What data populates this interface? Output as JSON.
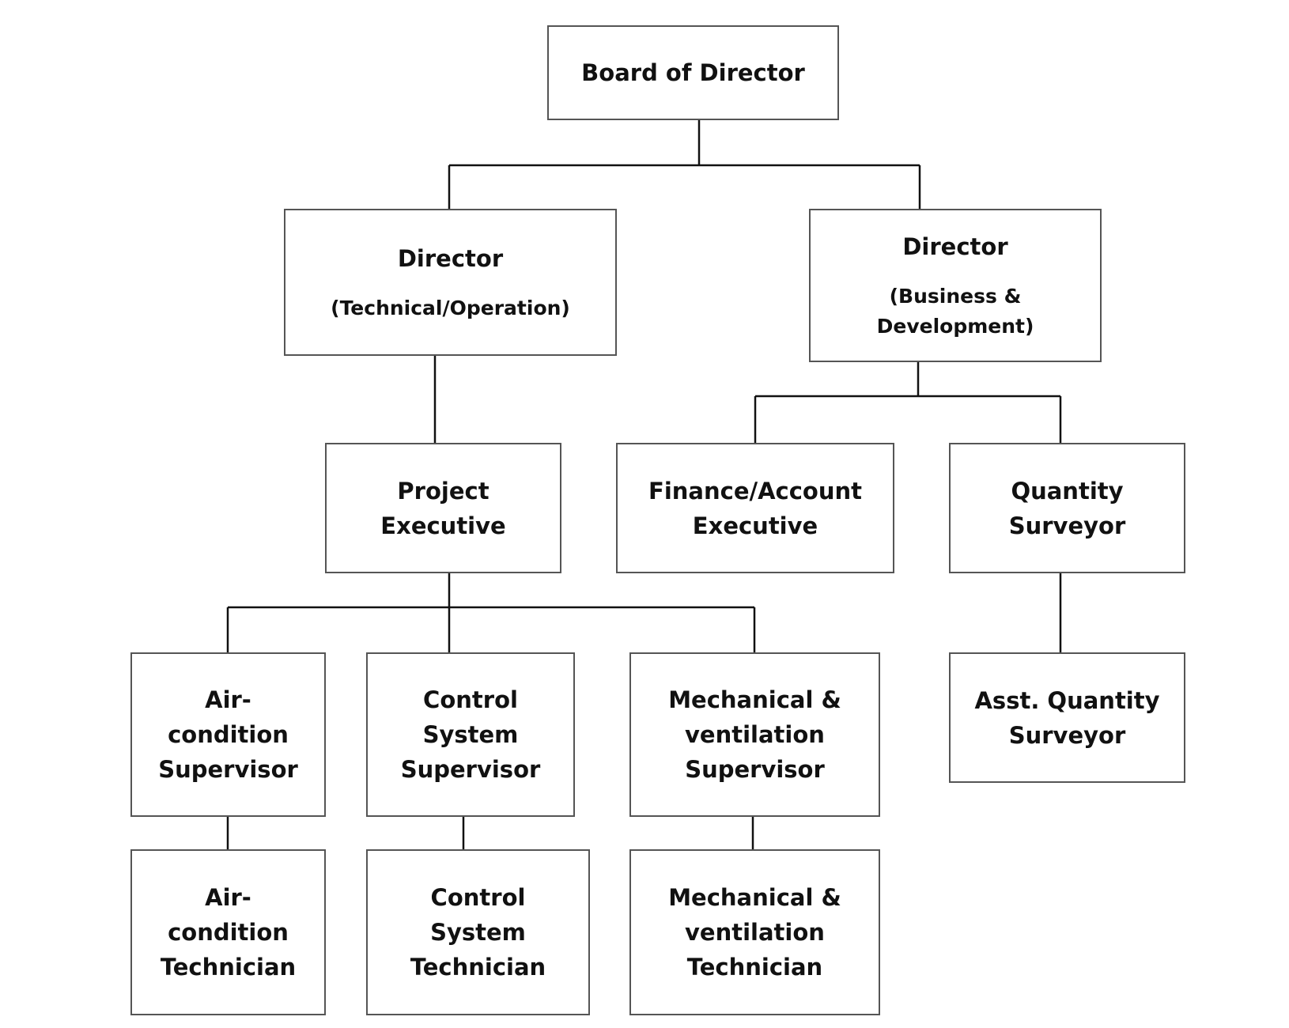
{
  "diagram": {
    "type": "org-chart",
    "nodes": {
      "board": {
        "label": "Board of Director"
      },
      "director_tech": {
        "label": "Director",
        "sub": "(Technical/Operation)"
      },
      "director_bus": {
        "label": "Director",
        "sub": "(Business &\nDevelopment)"
      },
      "project_exec": {
        "label": "Project\nExecutive"
      },
      "finance_exec": {
        "label": "Finance/Account\nExecutive"
      },
      "qs": {
        "label": "Quantity\nSurveyor"
      },
      "ac_sup": {
        "label": "Air-\ncondition\nSupervisor"
      },
      "cs_sup": {
        "label": "Control\nSystem\nSupervisor"
      },
      "mv_sup": {
        "label": "Mechanical &\nventilation\nSupervisor"
      },
      "aqs": {
        "label": "Asst. Quantity\nSurveyor"
      },
      "ac_tech": {
        "label": "Air-\ncondition\nTechnician"
      },
      "cs_tech": {
        "label": "Control\nSystem\nTechnician"
      },
      "mv_tech": {
        "label": "Mechanical &\nventilation\nTechnician"
      }
    },
    "edges": [
      {
        "from": "board",
        "to": "director_tech"
      },
      {
        "from": "board",
        "to": "director_bus"
      },
      {
        "from": "director_tech",
        "to": "project_exec"
      },
      {
        "from": "director_bus",
        "to": "finance_exec"
      },
      {
        "from": "director_bus",
        "to": "qs"
      },
      {
        "from": "project_exec",
        "to": "ac_sup"
      },
      {
        "from": "project_exec",
        "to": "cs_sup"
      },
      {
        "from": "project_exec",
        "to": "mv_sup"
      },
      {
        "from": "qs",
        "to": "aqs"
      },
      {
        "from": "ac_sup",
        "to": "ac_tech"
      },
      {
        "from": "cs_sup",
        "to": "cs_tech"
      },
      {
        "from": "mv_sup",
        "to": "mv_tech"
      }
    ],
    "colors": {
      "line": "#111111",
      "border": "#555555",
      "text": "#111111",
      "background": "#ffffff"
    }
  }
}
